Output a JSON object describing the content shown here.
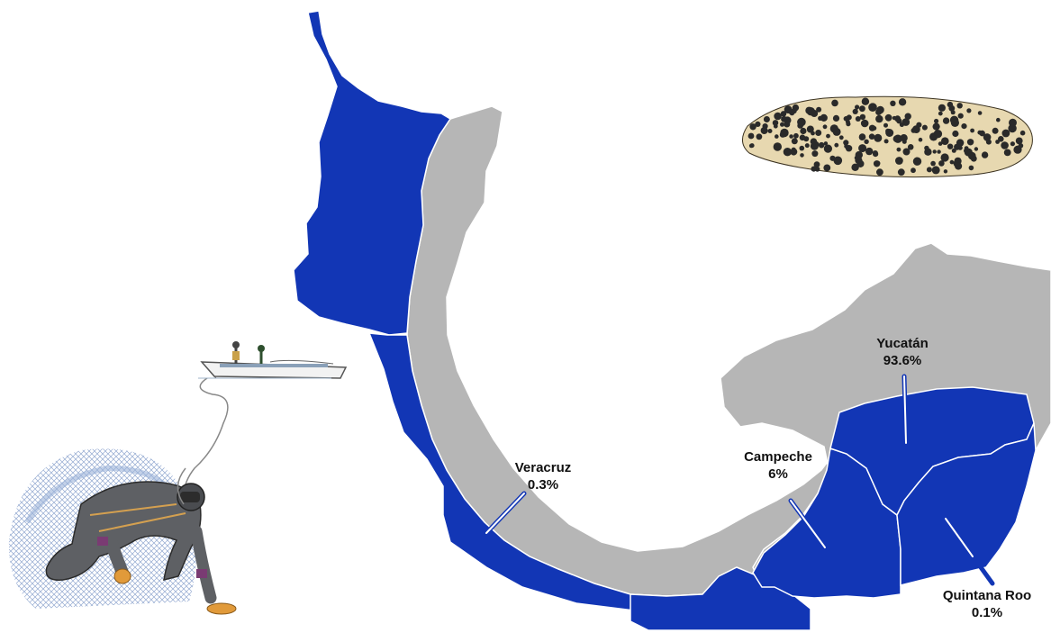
{
  "labels": {
    "veracruz": {
      "name": "Veracruz",
      "pct": "0.3%"
    },
    "campeche": {
      "name": "Campeche",
      "pct": "6%"
    },
    "yucatan": {
      "name": "Yucatán",
      "pct": "93.6%"
    },
    "quintana_roo": {
      "name": "Quintana Roo",
      "pct": "0.1%"
    }
  },
  "colors": {
    "highlight": "#1236b5",
    "land": "#b6b6b6",
    "border": "#ffffff",
    "sea_cucumber_body": "#e7d8b0",
    "sea_cucumber_spots": "#2a2a2a"
  },
  "icons": [
    "diver-illustration",
    "boat-illustration",
    "sea-cucumber-illustration"
  ]
}
